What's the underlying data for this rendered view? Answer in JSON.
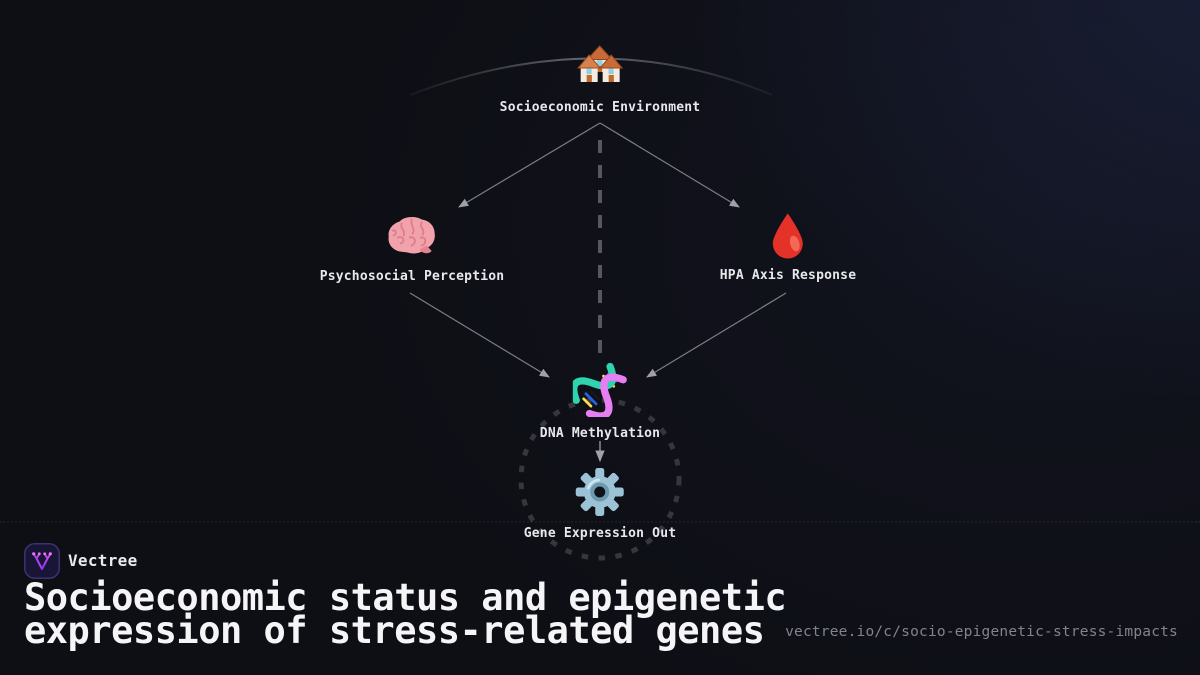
{
  "diagram": {
    "nodes": [
      {
        "id": "socioeconomic-environment",
        "label": "Socioeconomic Environment",
        "icon": "houses-icon"
      },
      {
        "id": "psychosocial-perception",
        "label": "Psychosocial Perception",
        "icon": "brain-icon"
      },
      {
        "id": "hpa-axis-response",
        "label": "HPA Axis Response",
        "icon": "blood-drop-icon"
      },
      {
        "id": "dna-methylation",
        "label": "DNA Methylation",
        "icon": "dna-icon"
      },
      {
        "id": "gene-expression-out",
        "label": "Gene Expression Out",
        "icon": "gear-icon"
      }
    ],
    "edges": [
      {
        "from": "socioeconomic-environment",
        "to": "psychosocial-perception",
        "style": "solid-arrow"
      },
      {
        "from": "socioeconomic-environment",
        "to": "hpa-axis-response",
        "style": "solid-arrow"
      },
      {
        "from": "socioeconomic-environment",
        "to": "dna-methylation",
        "style": "dashed-line"
      },
      {
        "from": "psychosocial-perception",
        "to": "dna-methylation",
        "style": "solid-arrow"
      },
      {
        "from": "hpa-axis-response",
        "to": "dna-methylation",
        "style": "solid-arrow"
      },
      {
        "from": "dna-methylation",
        "to": "gene-expression-out",
        "style": "solid-arrow"
      }
    ],
    "decorations": [
      "top-arc",
      "dotted-circle-around-gene-expression"
    ]
  },
  "footer": {
    "brand": "Vectree",
    "title_line1": "Socioeconomic status and epigenetic",
    "title_line2": "expression of stress-related genes",
    "url": "vectree.io/c/socio-epigenetic-stress-impacts"
  },
  "colors": {
    "background": "#0e0f15",
    "background_glow": "#222a4e",
    "label_text": "#e8e8ec",
    "title_text": "#f5f5f7",
    "url_text": "#83838b",
    "line_gray": "#7d7e86",
    "dashed_line": "#565761",
    "dotted_circle": "#35363e",
    "brand_purple": "#a855f7",
    "brand_magenta": "#e879f9"
  }
}
